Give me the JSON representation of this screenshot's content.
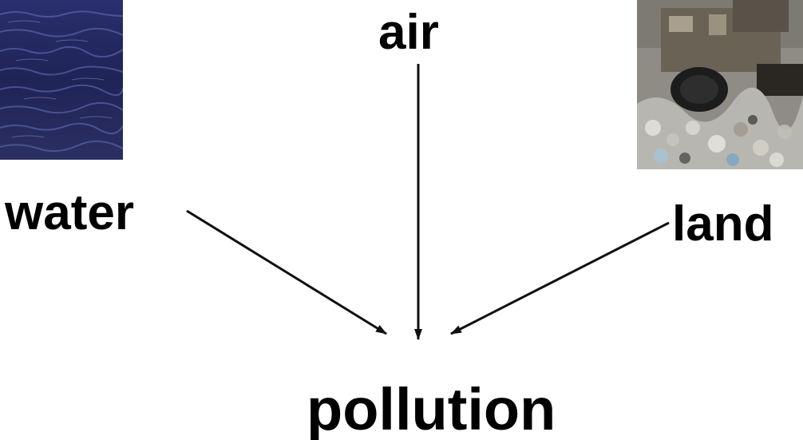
{
  "diagram": {
    "nodes": {
      "top": "air",
      "left": "water",
      "right": "land",
      "bottom": "pollution"
    },
    "edges": [
      {
        "from": "air",
        "to": "pollution"
      },
      {
        "from": "water",
        "to": "pollution"
      },
      {
        "from": "land",
        "to": "pollution"
      }
    ],
    "images": [
      {
        "subject": "water-photo",
        "depicts": "water"
      },
      {
        "subject": "landfill-photo",
        "depicts": "land"
      }
    ]
  },
  "colors": {
    "text": "#000000",
    "arrow": "#111111",
    "background": "#ffffff"
  }
}
